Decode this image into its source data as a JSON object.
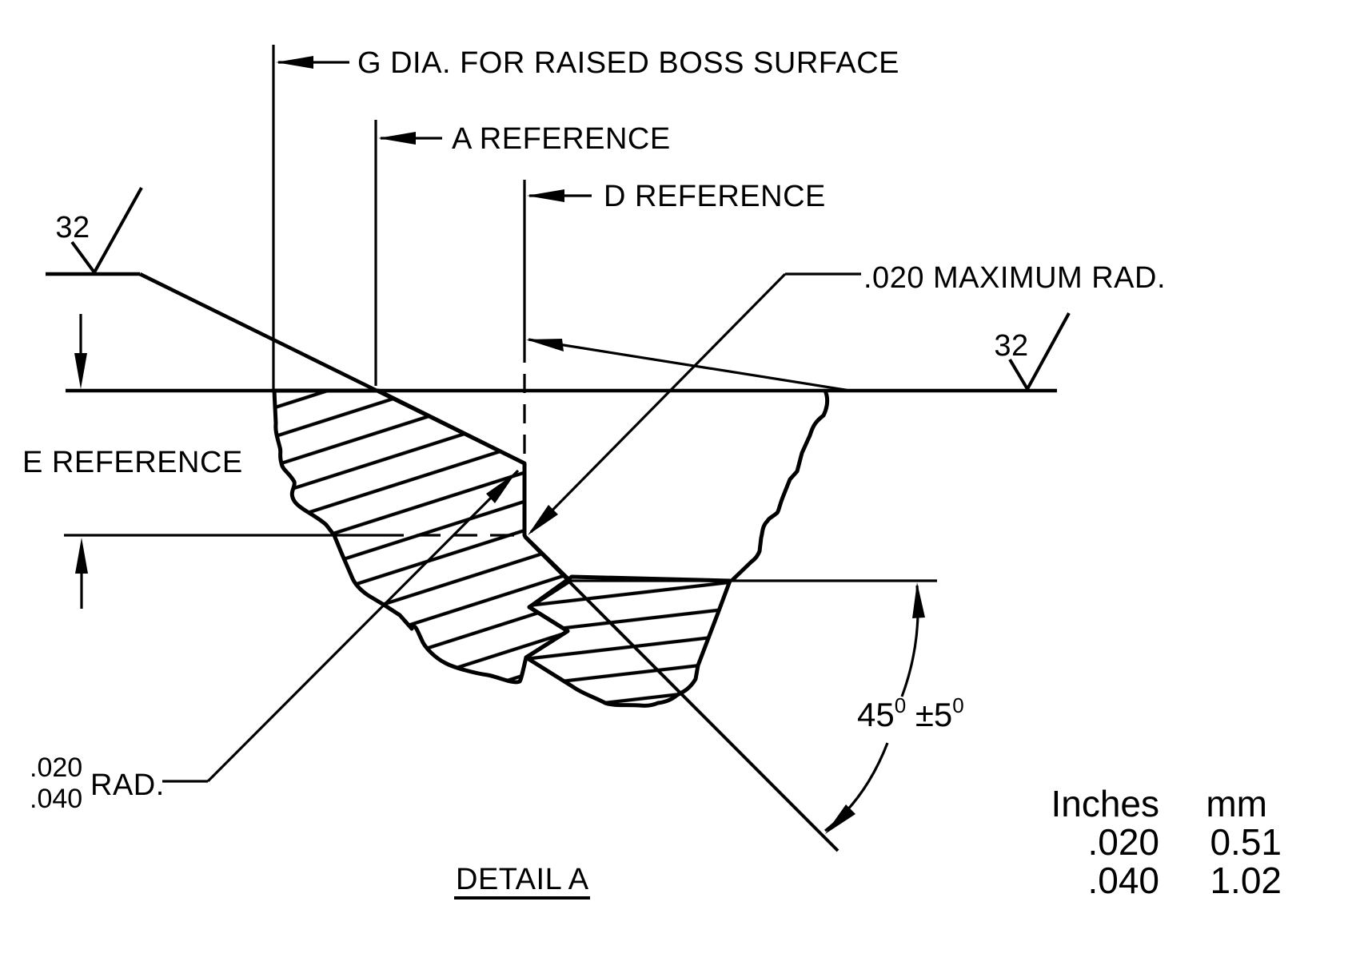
{
  "drawing": {
    "type": "engineering-detail-drawing",
    "title": "DETAIL  A",
    "callouts": {
      "g_dia": "G  DIA. FOR RAISED BOSS SURFACE",
      "a_ref": "A  REFERENCE",
      "d_ref": "D  REFERENCE",
      "e_ref": "E  REFERENCE",
      "max_rad": ".020 MAXIMUM RAD.",
      "rad_top": ".020",
      "rad_bottom": ".040",
      "rad_label": "RAD.",
      "angle_base": "45",
      "angle_sup1": "0",
      "angle_pm": " ±5",
      "angle_sup2": "0",
      "finish_left": "32",
      "finish_right": "32"
    },
    "conversion_table": {
      "headers": [
        "Inches",
        "mm"
      ],
      "rows": [
        {
          "inches": ".020",
          "mm": "0.51"
        },
        {
          "inches": ".040",
          "mm": "1.02"
        }
      ]
    },
    "colors": {
      "line": "#000000",
      "background": "#ffffff"
    }
  }
}
